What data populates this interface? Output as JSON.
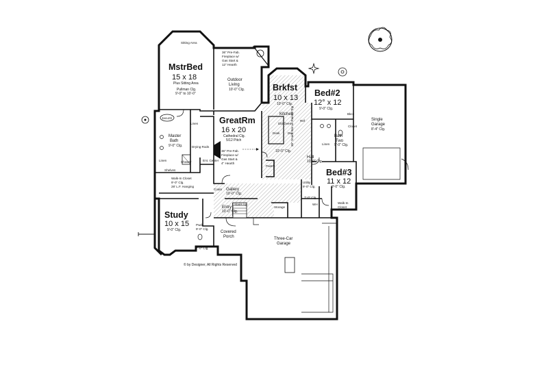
{
  "rooms": {
    "sitting_area": "Sitting Area",
    "mstrbed": {
      "name": "MstrBed",
      "size": "15 x 18",
      "note1": "Plus Sitting Area",
      "note2": "Pullman Clg.",
      "note3": "9'-0\" to 10'-0\""
    },
    "fireplace_outdoor": {
      "l1": "36\" Pre-Fab.",
      "l2": "Fireplace w/",
      "l3": "Gas Start &",
      "l4": "12\" Hearth"
    },
    "outdoor_living": {
      "name": "Outdoor",
      "name2": "Living",
      "clg": "10'-0\" Clg."
    },
    "brkfst": {
      "name": "Brkfst",
      "size": "10 x 13",
      "clg": "10'-0\" Clg."
    },
    "bed2": {
      "name": "Bed#2",
      "size": "12° x 12",
      "clg": "9'-0\" Clg."
    },
    "single_garage": {
      "name": "Single",
      "name2": "Garage",
      "size": "8'-4\" Clg."
    },
    "greatrm": {
      "name": "GreatRm",
      "size": "16 x 20",
      "note1": "Cathedral Clg.",
      "note2": "5/12 Pitch"
    },
    "kitchen": {
      "name": "Kitchen",
      "clg": "10'-0\" Clg."
    },
    "fireplace_great": {
      "l1": "36\" Pre-Fab.",
      "l2": "Fireplace w/",
      "l3": "Gas Start &",
      "l4": "4\" Hearth"
    },
    "master_bath": {
      "name": "Master",
      "name2": "Bath",
      "clg": "9'-0\" Clg."
    },
    "bath_two": {
      "name": "Bath",
      "name2": "Two",
      "clg": "9'-0\" Clg."
    },
    "hall": {
      "name": "Hall",
      "clg": "10'-0\" Clg."
    },
    "bed3": {
      "name": "Bed#3",
      "size": "11 x 12",
      "clg": "9'-0\" Clg."
    },
    "walkin_master": {
      "l1": "Walk-In Closet",
      "l2": "9'-0\" Clg.",
      "l3": "28' L.F. Hanging"
    },
    "gallery": {
      "name": "Gallery",
      "clg": "10'-0\" Clg."
    },
    "entry": {
      "name": "Entry",
      "clg": "10'-0\" Clg."
    },
    "utility": {
      "name": "Utility",
      "clg": "9'-0\" Clg."
    },
    "study": {
      "name": "Study",
      "size": "10 x 15",
      "clg": "9'-0\" Clg."
    },
    "powder": {
      "name": "Pwdr",
      "clg": "9'-0\" Clg."
    },
    "covered_porch": {
      "name": "Covered",
      "name2": "Porch"
    },
    "porch_clg": "7'-0\" Clg.",
    "three_car_garage": {
      "name": "Three-Car",
      "name2": "Garage"
    },
    "walkin_bed3": {
      "l1": "Walk-In",
      "l2": "Closet"
    }
  },
  "labels": {
    "linen": "Linen",
    "shelves": "Shelves",
    "jacuzzi": "Jacuzzi",
    "shower": "Shower",
    "drying_rods": "Drying Rods",
    "ent_center": "Ent. Center",
    "coats": "Coats",
    "stairs_up": "Stairs Up",
    "storage": "Storage",
    "pantry": "Pantry",
    "desk": "Desk",
    "dw": "Dw",
    "bkcs": "Bkcs",
    "closet": "Closet",
    "wh": "WH",
    "ceiling_7": "7'-0\" Clg.",
    "snack_bar": "36\" Snack Bar w/ Raised Top",
    "ref": "Ref",
    "dbl_oven": "Dbl Oven"
  },
  "copyright": "© by Designer, All Rights Reserved"
}
